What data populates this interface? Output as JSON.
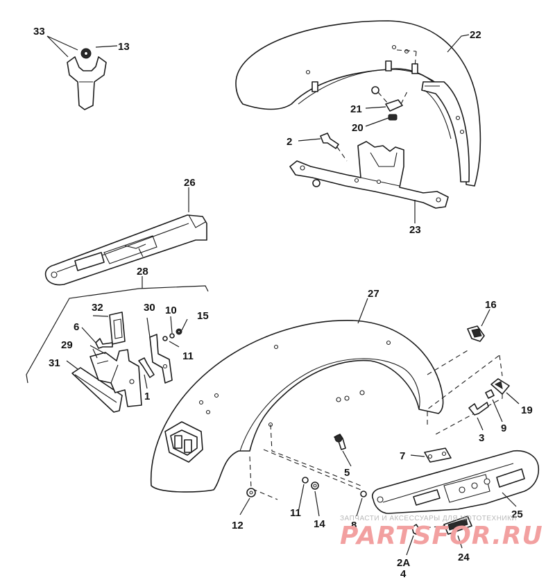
{
  "callouts": {
    "c33": "33",
    "c13": "13",
    "c22": "22",
    "c21": "21",
    "c20": "20",
    "c2": "2",
    "c23": "23",
    "c26": "26",
    "c28": "28",
    "c32": "32",
    "c30": "30",
    "c10": "10",
    "c15": "15",
    "c6": "6",
    "c29": "29",
    "c11a": "11",
    "c31": "31",
    "c1": "1",
    "c27": "27",
    "c16": "16",
    "c19": "19",
    "c9": "9",
    "c3": "3",
    "c5": "5",
    "c7": "7",
    "c25": "25",
    "c12": "12",
    "c11b": "11",
    "c14": "14",
    "c8": "8",
    "c2a": "2A",
    "c4": "4",
    "c24": "24"
  },
  "watermark": {
    "tagline": "ЗАПЧАСТИ И АКСЕССУАРЫ ДЛЯ МОТОТЕХНИКИ",
    "brand": "PARTSFOR.RU"
  }
}
